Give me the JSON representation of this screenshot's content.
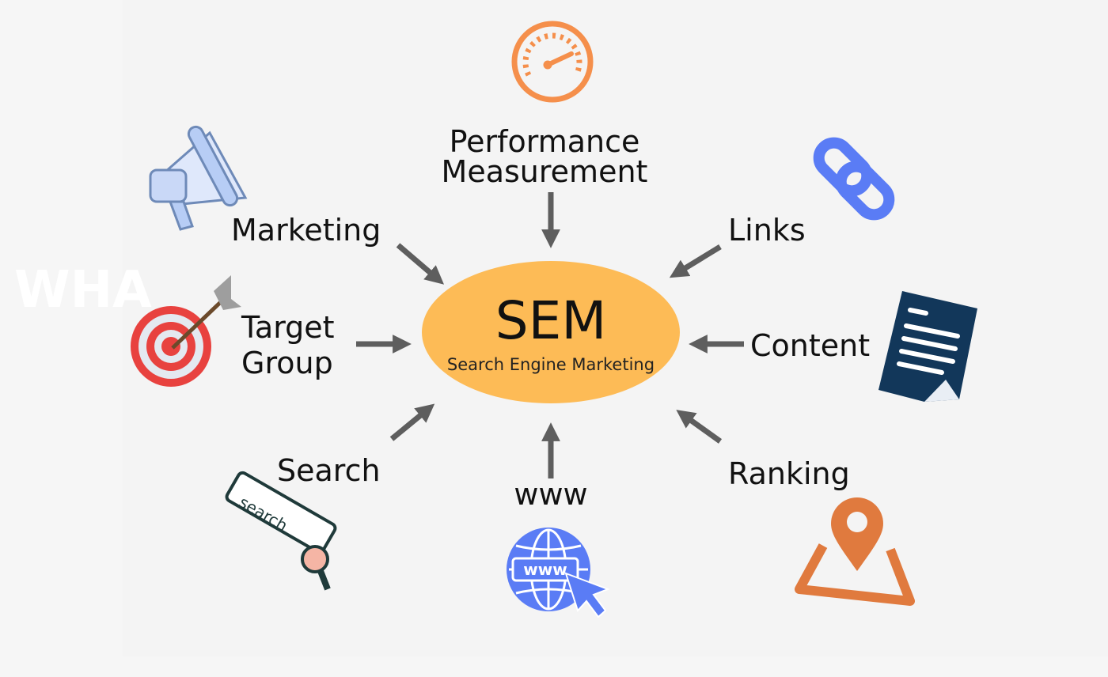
{
  "watermark": "WHA",
  "center": {
    "title": "SEM",
    "subtitle": "Search Engine Marketing"
  },
  "nodes": {
    "performance": {
      "line1": "Performance",
      "line2": "Measurement",
      "icon": "speedometer-icon"
    },
    "marketing": {
      "label": "Marketing",
      "icon": "megaphone-icon"
    },
    "links": {
      "label": "Links",
      "icon": "chain-link-icon"
    },
    "target": {
      "line1": "Target",
      "line2": "Group",
      "icon": "target-icon"
    },
    "content": {
      "label": "Content",
      "icon": "document-icon"
    },
    "search": {
      "label": "Search",
      "icon": "search-bar-icon",
      "icon_text": "search"
    },
    "www": {
      "label": "www",
      "icon": "globe-icon",
      "icon_text": "www"
    },
    "ranking": {
      "label": "Ranking",
      "icon": "map-pin-icon"
    }
  },
  "colors": {
    "center": "#fdbb56",
    "arrow": "#5e5e5e",
    "orange": "#f58f4b",
    "blue": "#5a7cf5",
    "navy": "#12375a",
    "red": "#e8423f"
  }
}
